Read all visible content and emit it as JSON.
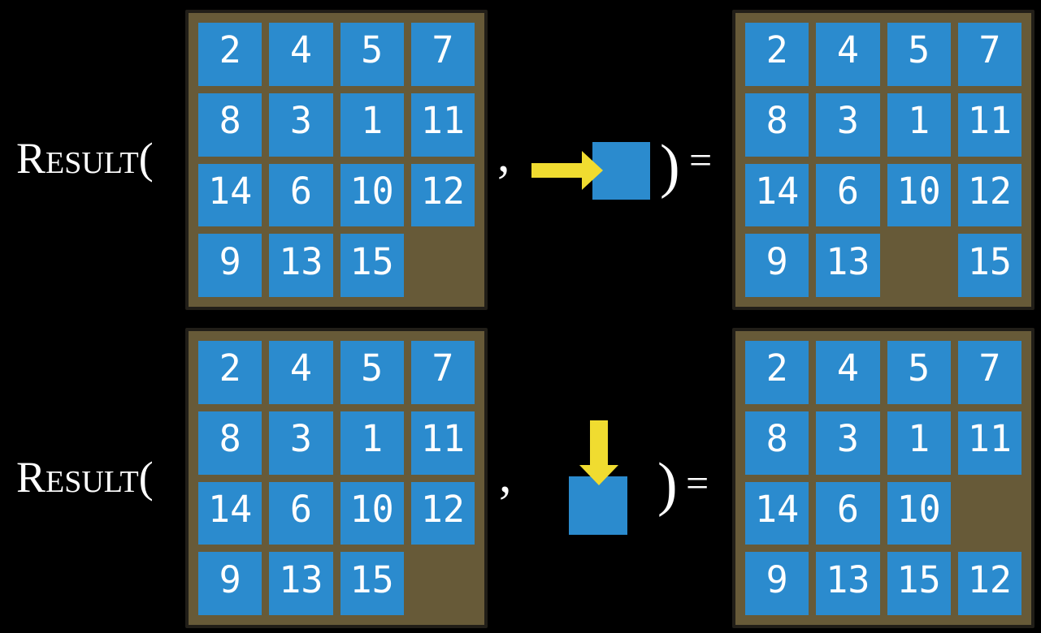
{
  "slide": {
    "background_color": "#000000"
  },
  "labels": {
    "comma": ",",
    "close_paren": ")",
    "equals": "="
  },
  "colors": {
    "background": "#000000",
    "board_fill": "#675a38",
    "board_border": "#211e18",
    "tile_fill": "#2b8bce",
    "tile_text": "#ffffff",
    "arrow_fill": "#f0dc30",
    "text": "#ffffff"
  },
  "equations": [
    {
      "name": "slide-right-example",
      "function_label": "Result(",
      "input_grid": [
        [
          2,
          4,
          5,
          7
        ],
        [
          8,
          3,
          1,
          11
        ],
        [
          14,
          6,
          10,
          12
        ],
        [
          9,
          13,
          15,
          null
        ]
      ],
      "action": {
        "icon": "right-arrow-icon",
        "direction": "right",
        "object": "tile-square"
      },
      "result_grid": [
        [
          2,
          4,
          5,
          7
        ],
        [
          8,
          3,
          1,
          11
        ],
        [
          14,
          6,
          10,
          12
        ],
        [
          9,
          13,
          null,
          15
        ]
      ]
    },
    {
      "name": "slide-down-example",
      "function_label": "Result(",
      "input_grid": [
        [
          2,
          4,
          5,
          7
        ],
        [
          8,
          3,
          1,
          11
        ],
        [
          14,
          6,
          10,
          12
        ],
        [
          9,
          13,
          15,
          null
        ]
      ],
      "action": {
        "icon": "down-arrow-icon",
        "direction": "down",
        "object": "tile-square"
      },
      "result_grid": [
        [
          2,
          4,
          5,
          7
        ],
        [
          8,
          3,
          1,
          11
        ],
        [
          14,
          6,
          10,
          null
        ],
        [
          9,
          13,
          15,
          12
        ]
      ]
    }
  ]
}
